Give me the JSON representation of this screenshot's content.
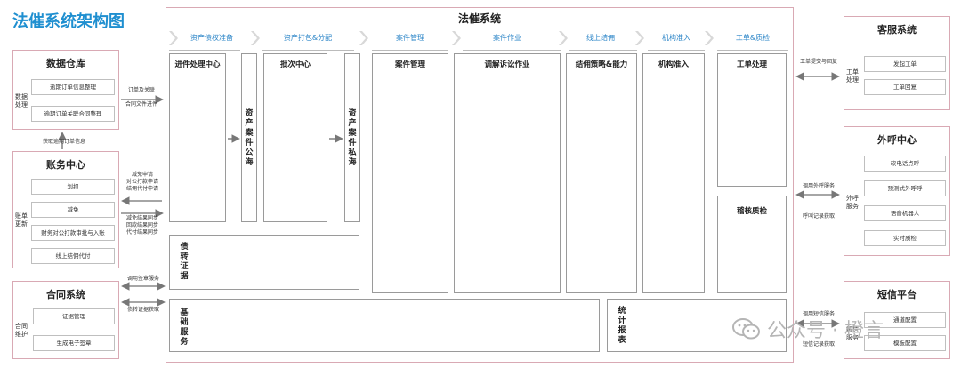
{
  "page_title": "法催系统架构图",
  "center": {
    "title": "法催系统",
    "stages": [
      "资产债权准备",
      "资产打包&分配",
      "案件管理",
      "案件作业",
      "线上结佣",
      "机构准入",
      "工单&质检"
    ],
    "modules": {
      "pre": "进件处理中心",
      "pool_public": "资产案件公海",
      "batch": "批次中心",
      "pool_private": "资产案件私海",
      "case_mgmt": "案件管理",
      "mediation": "调解诉讼作业",
      "commission": "结佣策略&能力",
      "access": "机构准入",
      "ticket": "工单处理",
      "audit": "稽核质检",
      "debt": "债转证据",
      "base": "基础服务",
      "stats": "统计报表"
    }
  },
  "left": {
    "warehouse": {
      "title": "数据仓库",
      "side": "数据处理",
      "items": [
        "逾期订单信息整理",
        "逾期订单关联合同整理"
      ]
    },
    "accounts": {
      "title": "账务中心",
      "side": "账单更新",
      "items": [
        "划扣",
        "减免",
        "财务对公打款审批与入账",
        "线上结佣代付"
      ]
    },
    "contract": {
      "title": "合同系统",
      "side": "合同维护",
      "items": [
        "证据管理",
        "生成电子签章"
      ]
    }
  },
  "right": {
    "service": {
      "title": "客服系统",
      "side": "工单处理",
      "items": [
        "发起工单",
        "工单回复"
      ]
    },
    "callcenter": {
      "title": "外呼中心",
      "side": "外呼服务",
      "items": [
        "软电话点呼",
        "预测式外呼呼",
        "语音机器人",
        "实时质检"
      ]
    },
    "sms": {
      "title": "短信平台",
      "side": "短信服务",
      "items": [
        "通道配置",
        "模板配置"
      ]
    }
  },
  "annotations": {
    "a1": "订单及关联",
    "a2": "合同文件进件",
    "a3": "获取逾期订单信息",
    "a4": "减免申请\n对公打款申请\n结佣代付申请",
    "a5": "减免结果同步\n回款结果同步\n代付结果同步",
    "a6": "调用签章服务",
    "a7": "债转证据获取",
    "r1": "工单提交与回复",
    "r2": "调用外呼服务",
    "r3": "呼叫记录获取",
    "r4": "调用短信服务",
    "r5": "短信记录获取"
  },
  "watermark": "公众号 · 橙言",
  "colors": {
    "title": "#1f8fd0",
    "border": "#d9a9b4",
    "stage": "#2a84c7"
  }
}
